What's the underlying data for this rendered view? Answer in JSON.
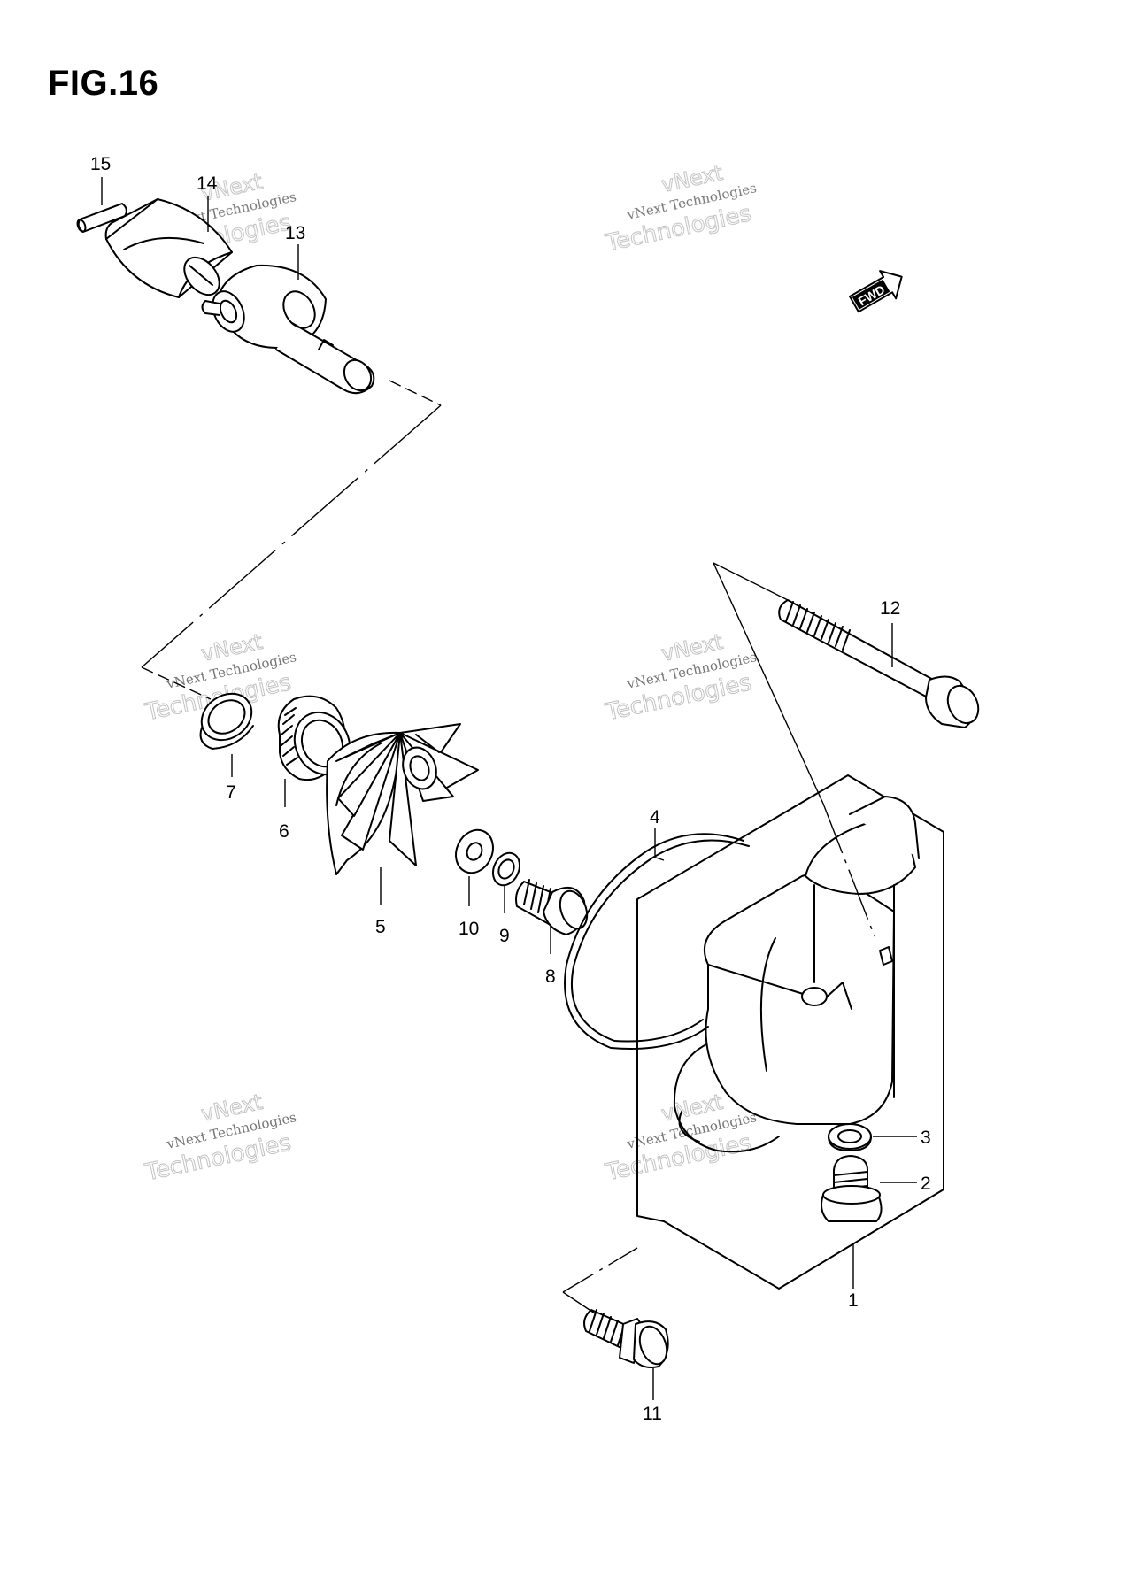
{
  "figure": {
    "title": "FIG.16"
  },
  "fwd_badge": "FWD",
  "callouts": [
    "1",
    "2",
    "3",
    "4",
    "5",
    "6",
    "7",
    "8",
    "9",
    "10",
    "11",
    "12",
    "13",
    "14",
    "15"
  ],
  "watermark": {
    "line1": "vNext Technologies",
    "line2": "vNext",
    "line3": "Technologies"
  }
}
